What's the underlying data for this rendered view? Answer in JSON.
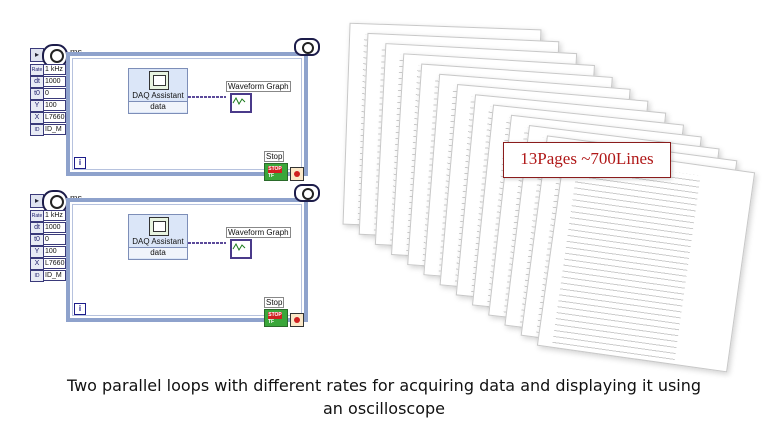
{
  "panels": [
    {
      "unit": "ms",
      "params": [
        {
          "key": "Rate",
          "value": "1 kHz"
        },
        {
          "key": "dt",
          "value": "1000"
        },
        {
          "key": "t0",
          "value": "0"
        },
        {
          "key": "Y",
          "value": "100"
        },
        {
          "key": "X",
          "value": "L7660"
        },
        {
          "key": "ID",
          "value": "ID_M"
        }
      ],
      "daq_title": "DAQ Assistant",
      "daq_output": "data",
      "graph_label": "Waveform Graph",
      "stop_label": "Stop",
      "stop_text": "STOP",
      "tf_text": "TF",
      "iteration_label": "i"
    },
    {
      "unit": "ms",
      "params": [
        {
          "key": "Rate",
          "value": "1 kHz"
        },
        {
          "key": "dt",
          "value": "1000"
        },
        {
          "key": "t0",
          "value": "0"
        },
        {
          "key": "Y",
          "value": "100"
        },
        {
          "key": "X",
          "value": "L7660"
        },
        {
          "key": "ID",
          "value": "ID_M"
        }
      ],
      "daq_title": "DAQ Assistant",
      "daq_output": "data",
      "graph_label": "Waveform Graph",
      "stop_label": "Stop",
      "stop_text": "STOP",
      "tf_text": "TF",
      "iteration_label": "i"
    }
  ],
  "code_stack": {
    "page_count": 13,
    "label": "13Pages ~700Lines"
  },
  "caption": {
    "line1": "Two parallel loops with different rates for acquiring data and displaying it using",
    "line2": "an oscilloscope"
  },
  "colors": {
    "loop_border": "#8ea2cc",
    "label_red": "#b01818",
    "stop_green": "#3aa63a",
    "wire_purple": "#5b4a9a"
  }
}
